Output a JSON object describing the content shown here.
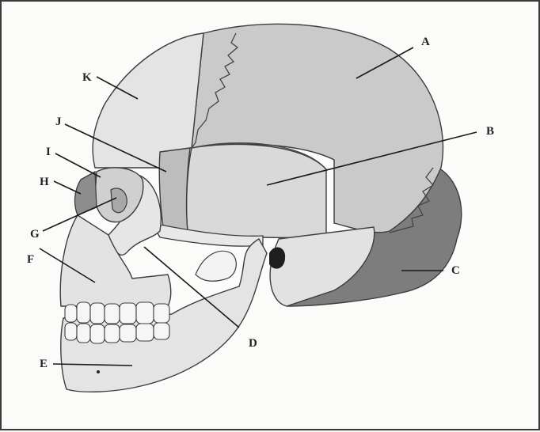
{
  "diagram": {
    "labels": [
      "A",
      "B",
      "C",
      "D",
      "E",
      "F",
      "G",
      "H",
      "I",
      "J",
      "K"
    ]
  },
  "colors": {
    "frame": "#3a3a3a",
    "bone_light": "#e6e6e6",
    "bone_mid": "#cfcfcf",
    "parietal": "#c9c9c9",
    "occipital": "#7d7d7d",
    "shadow": "#9a9a9a",
    "ink": "#222222"
  }
}
